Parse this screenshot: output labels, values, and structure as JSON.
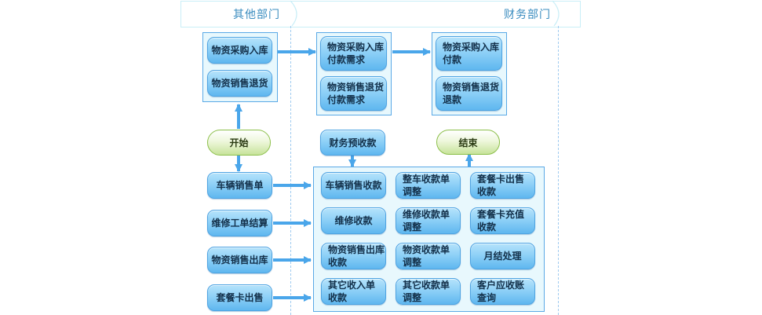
{
  "lanes": {
    "other_dept": "其他部门",
    "finance_dept": "财务部门"
  },
  "colors": {
    "arrow": "#4aa6ea",
    "node_border": "#4ea3e2",
    "group_bg": "#e8f8fd",
    "terminal_border": "#8cbf4a",
    "lane_border": "#c9eef7",
    "lane_text": "#3a8cbf"
  },
  "other_group": {
    "items": [
      "物资采购入库",
      "物资销售退货"
    ]
  },
  "payment_request_group": {
    "items": [
      "物资采购入库\n付款需求",
      "物资销售退货\n付款需求"
    ]
  },
  "payment_group": {
    "items": [
      "物资采购入库\n付款",
      "物资销售退货\n退款"
    ]
  },
  "start": "开始",
  "end": "结束",
  "prepay": "财务预收款",
  "sources": [
    "车辆销售单",
    "维修工单结算",
    "物资销售出库",
    "套餐卡出售"
  ],
  "receipts_grid": [
    [
      "车辆销售收款",
      "整车收款单\n调整",
      "套餐卡出售\n收款"
    ],
    [
      "维修收款",
      "维修收款单\n调整",
      "套餐卡充值\n收款"
    ],
    [
      "物资销售出库\n收款",
      "物资收款单\n调整",
      "月结处理"
    ],
    [
      "其它收入单\n收款",
      "其它收款单\n调整",
      "客户应收账\n查询"
    ]
  ]
}
